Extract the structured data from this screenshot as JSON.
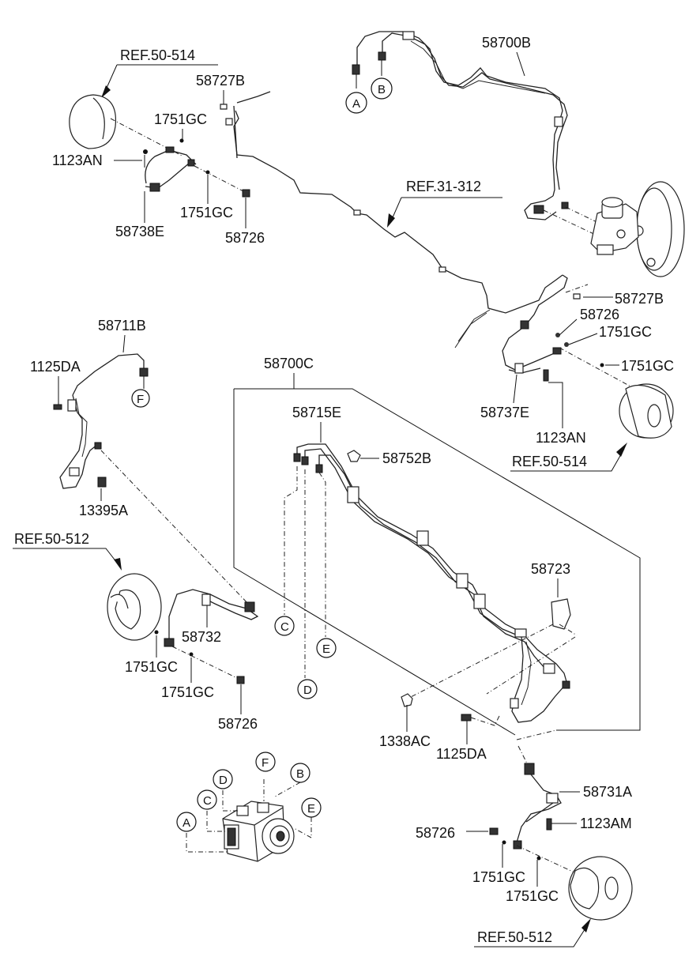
{
  "labels": {
    "ref_50_514_top": "REF.50-514",
    "l_58727B_top": "58727B",
    "l_1751GC_a": "1751GC",
    "l_1123AN_top": "1123AN",
    "l_1751GC_b": "1751GC",
    "l_58738E": "58738E",
    "l_58726_a": "58726",
    "l_58700B": "58700B",
    "ref_31_312": "REF.31-312",
    "l_58727B_right": "58727B",
    "l_58726_b": "58726",
    "l_1751GC_c": "1751GC",
    "l_1751GC_d": "1751GC",
    "l_58737E": "58737E",
    "l_1123AN_right": "1123AN",
    "ref_50_514_right": "REF.50-514",
    "l_58711B": "58711B",
    "l_1125DA_left": "1125DA",
    "l_13395A": "13395A",
    "ref_50_512_left": "REF.50-512",
    "l_58732": "58732",
    "l_1751GC_e": "1751GC",
    "l_1751GC_f": "1751GC",
    "l_58726_c": "58726",
    "l_58700C": "58700C",
    "l_58715E": "58715E",
    "l_58752B": "58752B",
    "l_58723": "58723",
    "l_1338AC": "1338AC",
    "l_1125DA_mid": "1125DA",
    "l_58731A": "58731A",
    "l_1123AM": "1123AM",
    "l_58726_d": "58726",
    "l_1751GC_g": "1751GC",
    "l_1751GC_h": "1751GC",
    "ref_50_512_right": "REF.50-512"
  },
  "circles": {
    "A_top": "A",
    "B_top": "B",
    "F_left": "F",
    "C_mid": "C",
    "D_mid": "D",
    "E_mid": "E",
    "A_abs": "A",
    "C_abs": "C",
    "D_abs": "D",
    "F_abs": "F",
    "B_abs": "B",
    "E_abs": "E"
  }
}
